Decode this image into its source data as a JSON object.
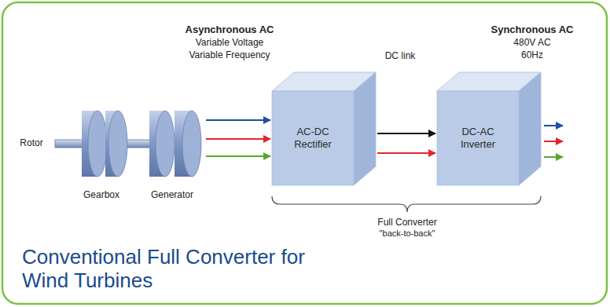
{
  "diagram": {
    "title": "Conventional Full Converter for Wind Turbines",
    "nodes": [
      {
        "text": [
          "Gearbox"
        ]
      },
      {
        "text": [
          "Generator"
        ]
      },
      {
        "text": [
          "AC-DC Rectifier"
        ]
      },
      {
        "text": [
          "DC-AC Inverter"
        ]
      }
    ],
    "edges": [
      {
        "from": 1,
        "to": 2,
        "arrow": "to"
      },
      {
        "from": 1,
        "to": 2,
        "arrow": "to"
      },
      {
        "from": 1,
        "to": 2,
        "arrow": "to"
      },
      {
        "from": 2,
        "to": 3,
        "arrow": "to"
      },
      {
        "from": 2,
        "to": 3,
        "arrow": "to"
      }
    ],
    "labels": [
      "Asynchronous AC",
      "Variable Voltage",
      "Variable Frequency",
      "DC link",
      "Synchronous AC",
      "480V AC",
      "60Hz",
      "Rotor",
      "Full Converter",
      "\"back-to-back\""
    ]
  }
}
